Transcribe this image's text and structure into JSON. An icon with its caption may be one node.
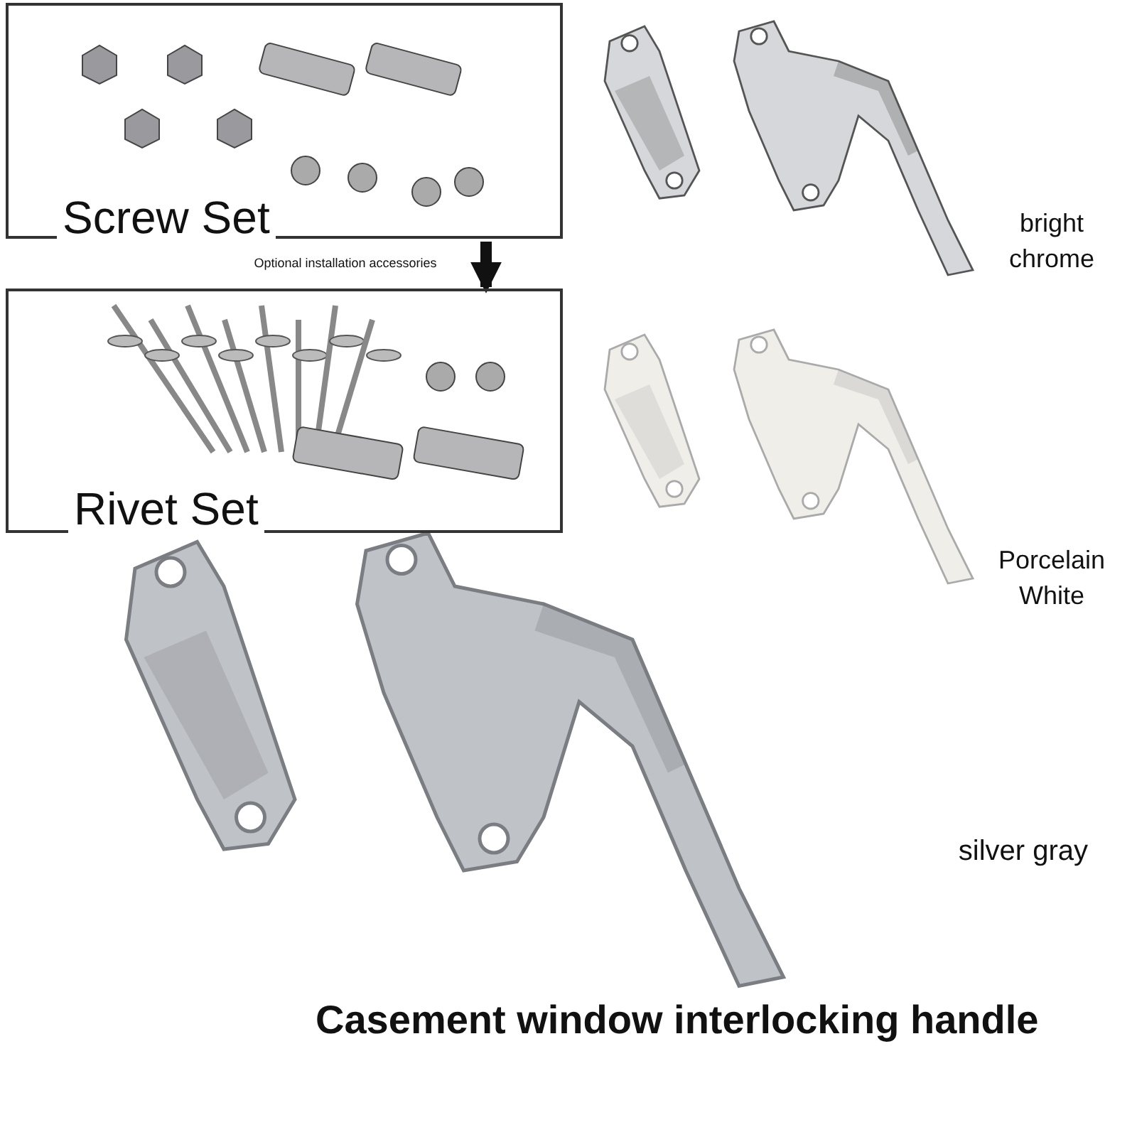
{
  "diagram": {
    "caption": "Casement window interlocking handle",
    "nodes": [
      {
        "text": [
          "Screw Set"
        ]
      },
      {
        "text": [
          "Rivet Set"
        ]
      }
    ],
    "edges": [
      {
        "from": 0,
        "to": 1,
        "arrow": "to"
      }
    ],
    "labels": [
      "Optional installation accessories",
      "bright chrome",
      "Porcelain White",
      "silver gray"
    ]
  }
}
